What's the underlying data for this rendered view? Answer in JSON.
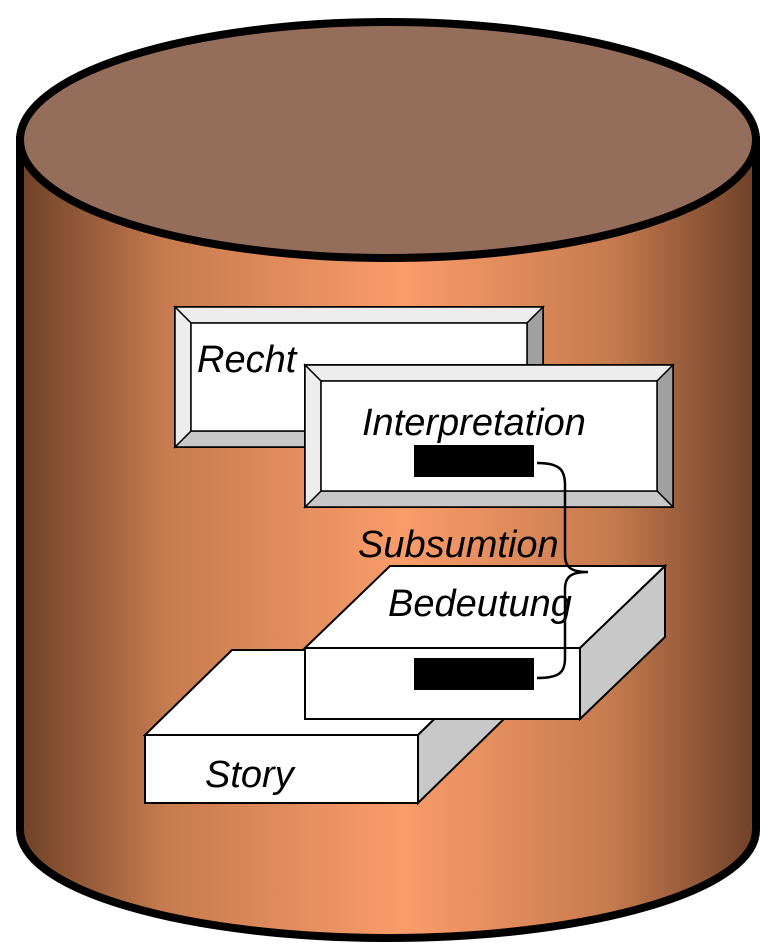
{
  "diagram": {
    "labels": {
      "recht": "Recht",
      "interpretation": "Interpretation",
      "subsumtion": "Subsumtion",
      "bedeutung": "Bedeutung",
      "story": "Story"
    },
    "colors": {
      "cylinder_top": "#946D5B",
      "cylinder_side_dark": "#7A4A30",
      "cylinder_side_light": "#FA9C6A",
      "outline": "#000000",
      "box_face": "#FFFFFF",
      "box_shade_light": "#EDEDED",
      "box_shade_mid": "#C8C8C8",
      "box_shade_dark": "#A0A0A0",
      "slot": "#000000"
    }
  }
}
